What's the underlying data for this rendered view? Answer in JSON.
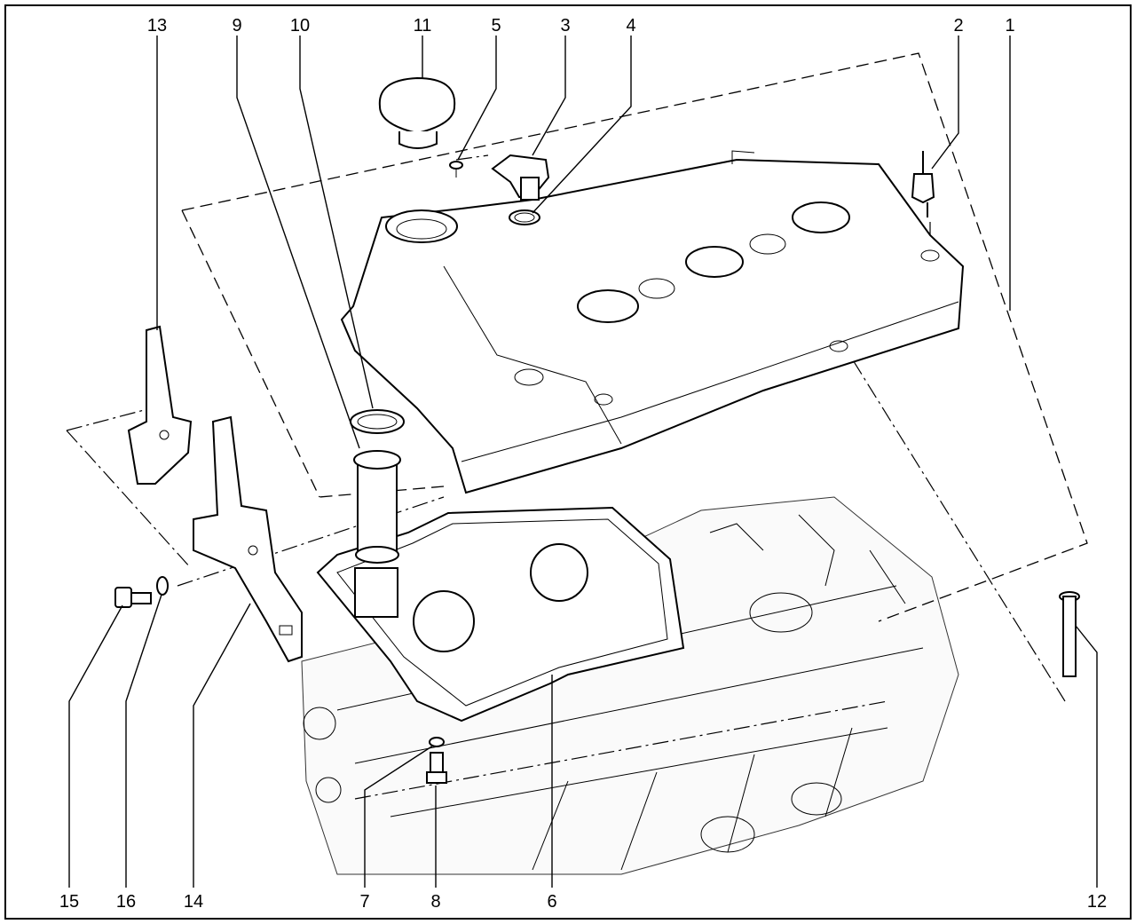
{
  "diagram": {
    "type": "exploded parts view",
    "callouts": [
      "13",
      "9",
      "10",
      "11",
      "5",
      "3",
      "4",
      "2",
      "1",
      "15",
      "16",
      "14",
      "7",
      "8",
      "6",
      "12"
    ]
  }
}
